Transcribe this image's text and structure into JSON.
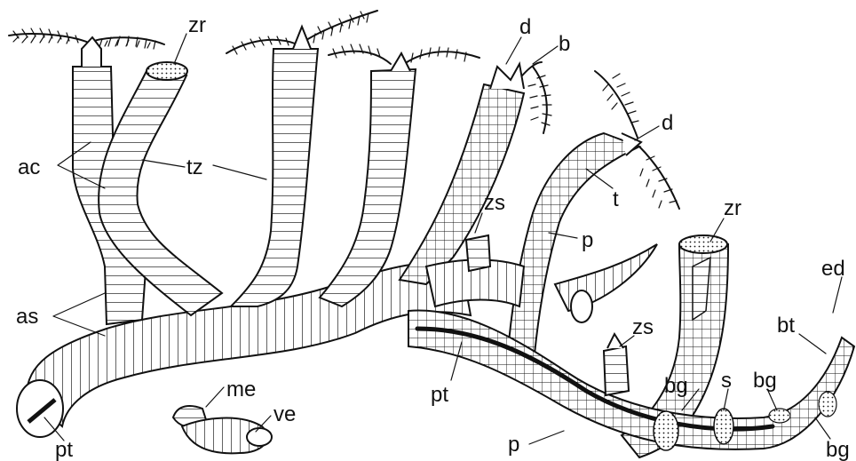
{
  "figure": {
    "labels": {
      "zr_top": "zr",
      "ac": "ac",
      "tz": "tz",
      "d_top": "d",
      "b": "b",
      "d_right": "d",
      "t": "t",
      "zs_mid": "zs",
      "p_mid": "p",
      "zr_right": "zr",
      "as": "as",
      "ed": "ed",
      "bt": "bt",
      "zs_low": "zs",
      "pt_mid": "pt",
      "bg_1": "bg",
      "s": "s",
      "bg_2": "bg",
      "me": "me",
      "ve": "ve",
      "pt_left": "pt",
      "p_low": "p",
      "bg_3": "bg"
    }
  }
}
